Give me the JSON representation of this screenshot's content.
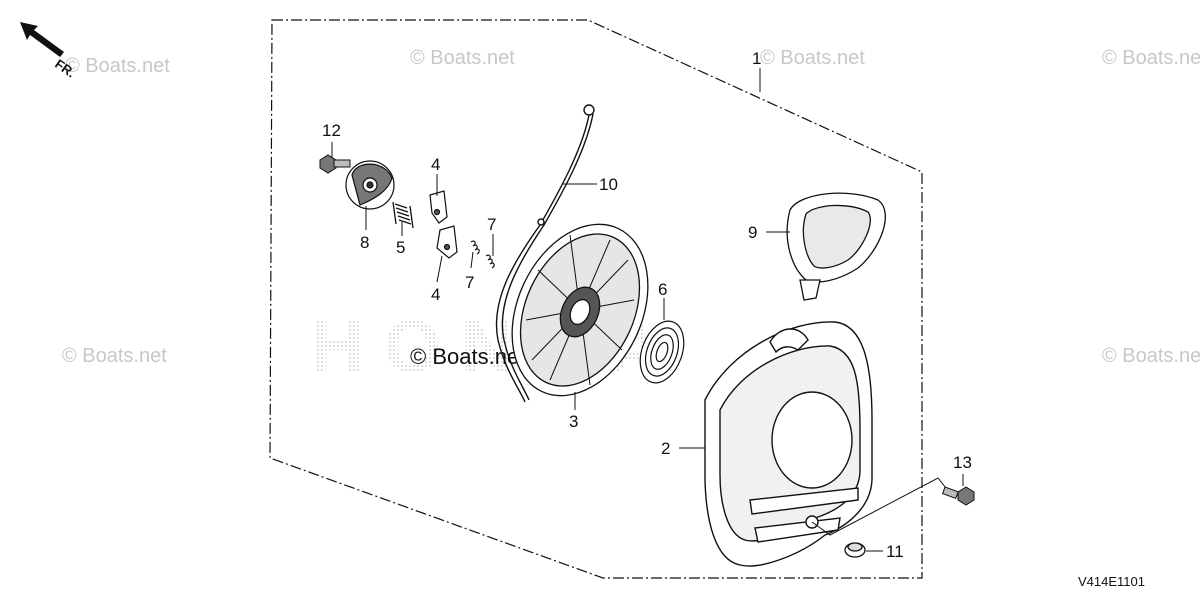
{
  "diagram": {
    "direction_label": "FR.",
    "drawing_code": "V414E1101",
    "watermark_text": "© Boats.net",
    "background_logo_text": "HONDA",
    "callouts": {
      "c1": "1",
      "c2": "2",
      "c3": "3",
      "c4a": "4",
      "c4b": "4",
      "c5": "5",
      "c6": "6",
      "c7a": "7",
      "c7b": "7",
      "c8": "8",
      "c9": "9",
      "c10": "10",
      "c11": "11",
      "c12": "12",
      "c13": "13"
    }
  },
  "colors": {
    "line": "#111111",
    "watermark": "#c8c8c8",
    "logo_dots": "#d0d0d0"
  }
}
